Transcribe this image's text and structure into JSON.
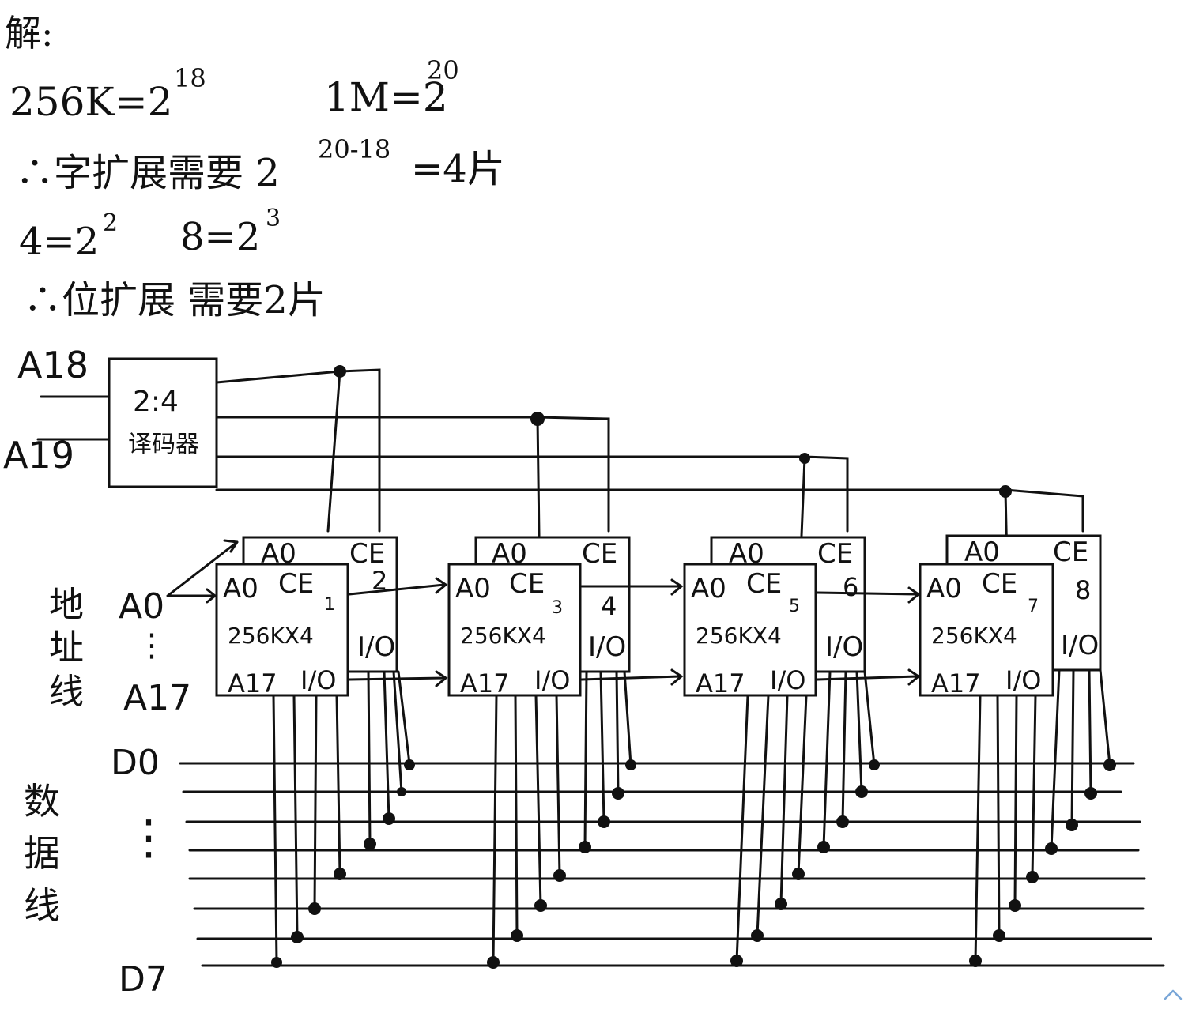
{
  "solution": {
    "heading": "解:",
    "line1_left": "256K=2",
    "line1_left_exp": "18",
    "line1_right": "1M=2",
    "line1_right_exp": "20",
    "line2_pre": "∴字扩展需要 2",
    "line2_exp": "20-18",
    "line2_post": "=4片",
    "line3_a": "4=2",
    "line3_a_exp": "2",
    "line3_b": "8=2",
    "line3_b_exp": "3",
    "line4": "∴位扩展 需要2片"
  },
  "decoder": {
    "in_top": "A18",
    "in_bottom": "A19",
    "label_ratio": "2:4",
    "label_name": "译码器"
  },
  "address_bus": {
    "side_label": [
      "地",
      "址",
      "线"
    ],
    "a0": "A0",
    "dots": "⋮",
    "a17": "A17"
  },
  "data_bus": {
    "side_label": [
      "数",
      "据",
      "线"
    ],
    "d0": "D0",
    "dots": "⋮",
    "d7": "D7"
  },
  "chips": [
    {
      "front_a0": "A0",
      "front_ce": "CE",
      "front_num": "1",
      "front_size": "256KX4",
      "front_a17": "A17",
      "front_io": "I/O",
      "back_a0": "A0",
      "back_ce": "CE",
      "back_num": "2",
      "back_io": "I/O"
    },
    {
      "front_a0": "A0",
      "front_ce": "CE",
      "front_num": "3",
      "front_size": "256KX4",
      "front_a17": "A17",
      "front_io": "I/O",
      "back_a0": "A0",
      "back_ce": "CE",
      "back_num": "4",
      "back_io": "I/O"
    },
    {
      "front_a0": "A0",
      "front_ce": "CE",
      "front_num": "5",
      "front_size": "256KX4",
      "front_a17": "A17",
      "front_io": "I/O",
      "back_a0": "A0",
      "back_ce": "CE",
      "back_num": "6",
      "back_io": "I/O"
    },
    {
      "front_a0": "A0",
      "front_ce": "CE",
      "front_num": "7",
      "front_size": "256KX4",
      "front_a17": "A17",
      "front_io": "I/O",
      "back_a0": "A0",
      "back_ce": "CE",
      "back_num": "8",
      "back_io": "I/O"
    }
  ],
  "ui": {
    "scroll_icon": "chevron-up-icon",
    "accent": "#7aa7d8"
  }
}
